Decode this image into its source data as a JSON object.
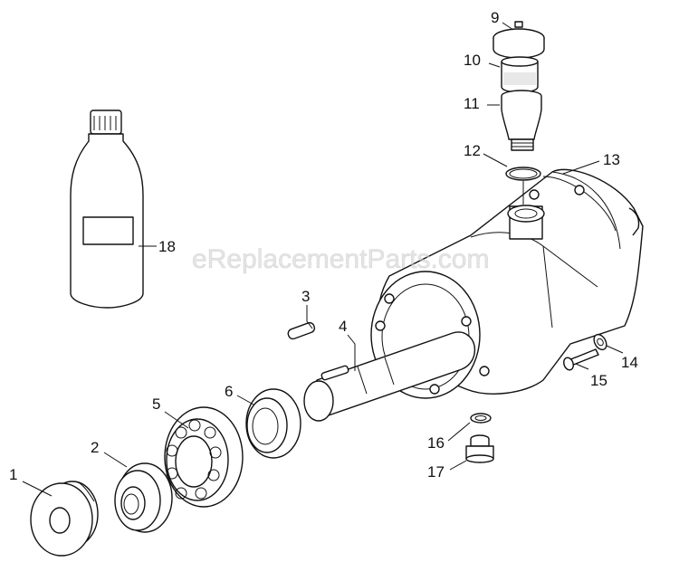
{
  "watermark": "eReplacementParts.com",
  "callouts": [
    {
      "id": "1",
      "label": "1"
    },
    {
      "id": "2",
      "label": "2"
    },
    {
      "id": "3",
      "label": "3"
    },
    {
      "id": "4",
      "label": "4"
    },
    {
      "id": "5",
      "label": "5"
    },
    {
      "id": "6",
      "label": "6"
    },
    {
      "id": "9",
      "label": "9"
    },
    {
      "id": "10",
      "label": "10"
    },
    {
      "id": "11",
      "label": "11"
    },
    {
      "id": "12",
      "label": "12"
    },
    {
      "id": "13",
      "label": "13"
    },
    {
      "id": "14",
      "label": "14"
    },
    {
      "id": "15",
      "label": "15"
    },
    {
      "id": "16",
      "label": "16"
    },
    {
      "id": "17",
      "label": "17"
    },
    {
      "id": "18",
      "label": "18"
    }
  ]
}
